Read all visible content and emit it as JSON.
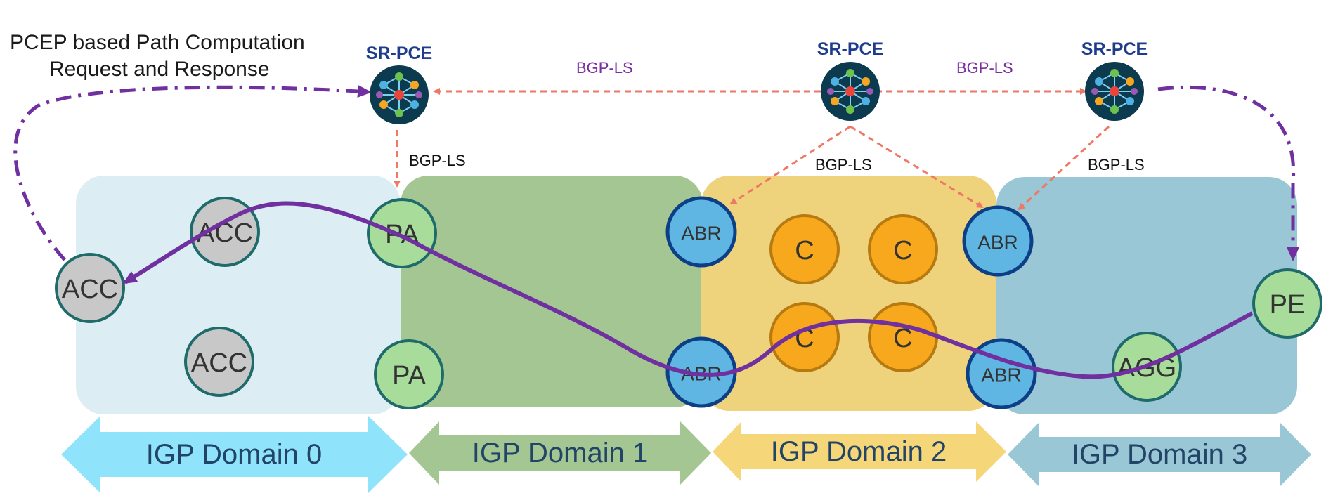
{
  "annotation": {
    "line1": "PCEP based Path Computation",
    "line2": "Request and Response"
  },
  "controllers": [
    {
      "label": "SR-PCE",
      "icon": "network-controller-icon"
    },
    {
      "label": "SR-PCE",
      "icon": "network-controller-icon"
    },
    {
      "label": "SR-PCE",
      "icon": "network-controller-icon"
    }
  ],
  "bgp_ls_labels": {
    "top_left": "BGP-LS",
    "top_right": "BGP-LS",
    "pce1_down": "BGP-LS",
    "pce2_down": "BGP-LS",
    "pce3_down": "BGP-LS"
  },
  "domains": [
    {
      "label": "IGP Domain 0",
      "area_color": "#dceef4",
      "arrow_color": "#8fe3fb"
    },
    {
      "label": "IGP Domain 1",
      "area_color": "#a4c693",
      "arrow_color": "#a4c693"
    },
    {
      "label": "IGP Domain 2",
      "area_color": "#efd27c",
      "arrow_color": "#f5d77a"
    },
    {
      "label": "IGP Domain 3",
      "area_color": "#99c7d5",
      "arrow_color": "#99c7d5"
    }
  ],
  "nodes": {
    "acc_left": "ACC",
    "acc_top": "ACC",
    "acc_bottom": "ACC",
    "pa_top": "PA",
    "pa_bottom": "PA",
    "abr_d1_top": "ABR",
    "abr_d1_bottom": "ABR",
    "c1": "C",
    "c2": "C",
    "c3": "C",
    "c4": "C",
    "abr_d3_top": "ABR",
    "abr_d3_bottom": "ABR",
    "agg": "AGG",
    "pe": "PE"
  },
  "colors": {
    "path": "#7030a0",
    "bgp_ls_arrow": "#ee7766",
    "gray_node": "#c8c8c8",
    "green_node": "#a8dc9a",
    "blue_node": "#5fb6e3",
    "orange_node": "#f7a81c"
  }
}
